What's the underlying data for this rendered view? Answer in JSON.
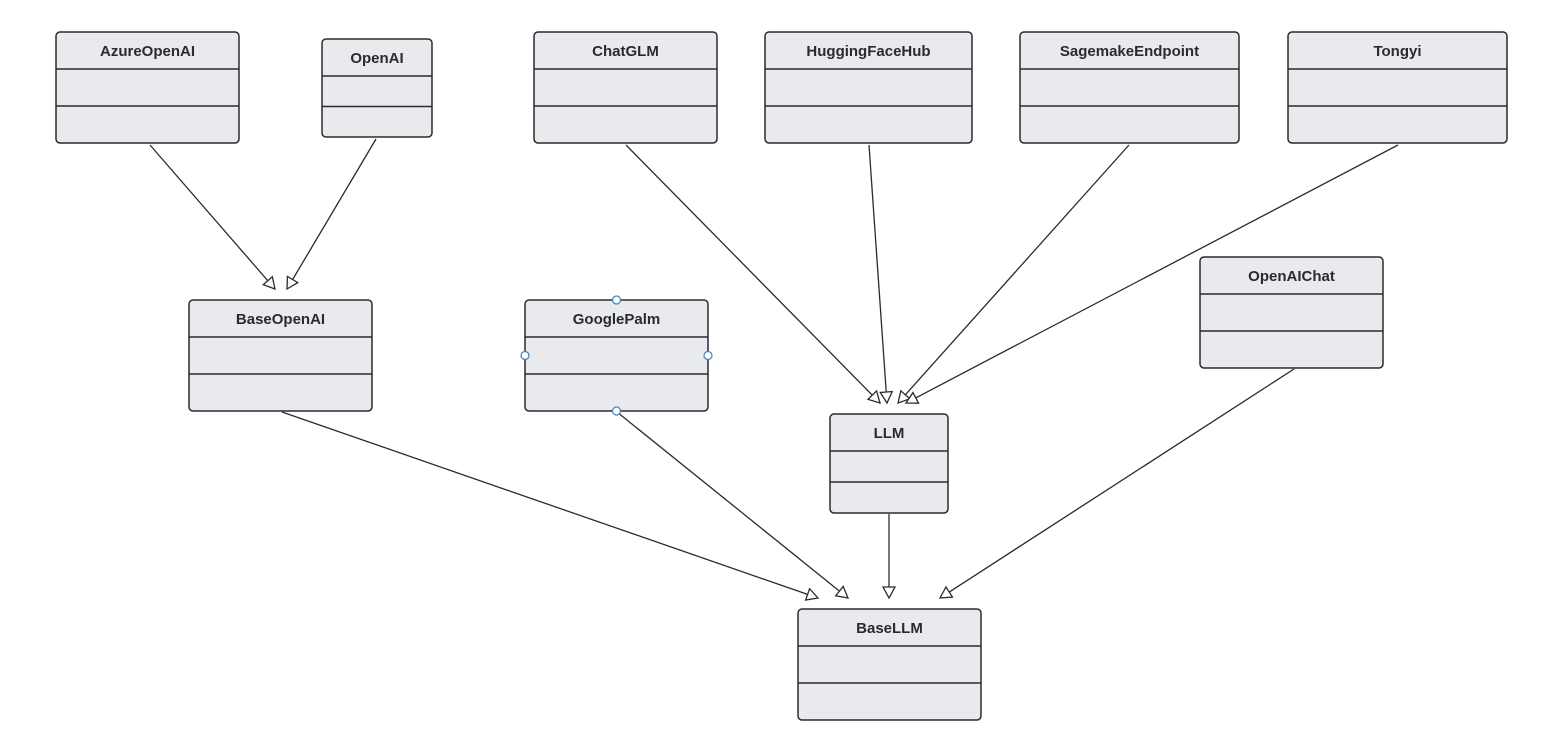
{
  "classes": [
    {
      "id": "azureopenai",
      "name": "AzureOpenAI"
    },
    {
      "id": "openai",
      "name": "OpenAI"
    },
    {
      "id": "chatglm",
      "name": "ChatGLM"
    },
    {
      "id": "huggingfacehub",
      "name": "HuggingFaceHub"
    },
    {
      "id": "sagemakeendpoint",
      "name": "SagemakeEndpoint"
    },
    {
      "id": "tongyi",
      "name": "Tongyi"
    },
    {
      "id": "baseopenai",
      "name": "BaseOpenAI"
    },
    {
      "id": "googlepalm",
      "name": "GooglePalm",
      "selected": true
    },
    {
      "id": "openaichat",
      "name": "OpenAIChat"
    },
    {
      "id": "llm",
      "name": "LLM"
    },
    {
      "id": "basellm",
      "name": "BaseLLM"
    }
  ],
  "inheritance": [
    {
      "from": "azureopenai",
      "to": "baseopenai"
    },
    {
      "from": "openai",
      "to": "baseopenai"
    },
    {
      "from": "chatglm",
      "to": "llm"
    },
    {
      "from": "huggingfacehub",
      "to": "llm"
    },
    {
      "from": "sagemakeendpoint",
      "to": "llm"
    },
    {
      "from": "tongyi",
      "to": "llm"
    },
    {
      "from": "baseopenai",
      "to": "basellm"
    },
    {
      "from": "googlepalm",
      "to": "basellm"
    },
    {
      "from": "llm",
      "to": "basellm"
    },
    {
      "from": "openaichat",
      "to": "basellm"
    }
  ]
}
